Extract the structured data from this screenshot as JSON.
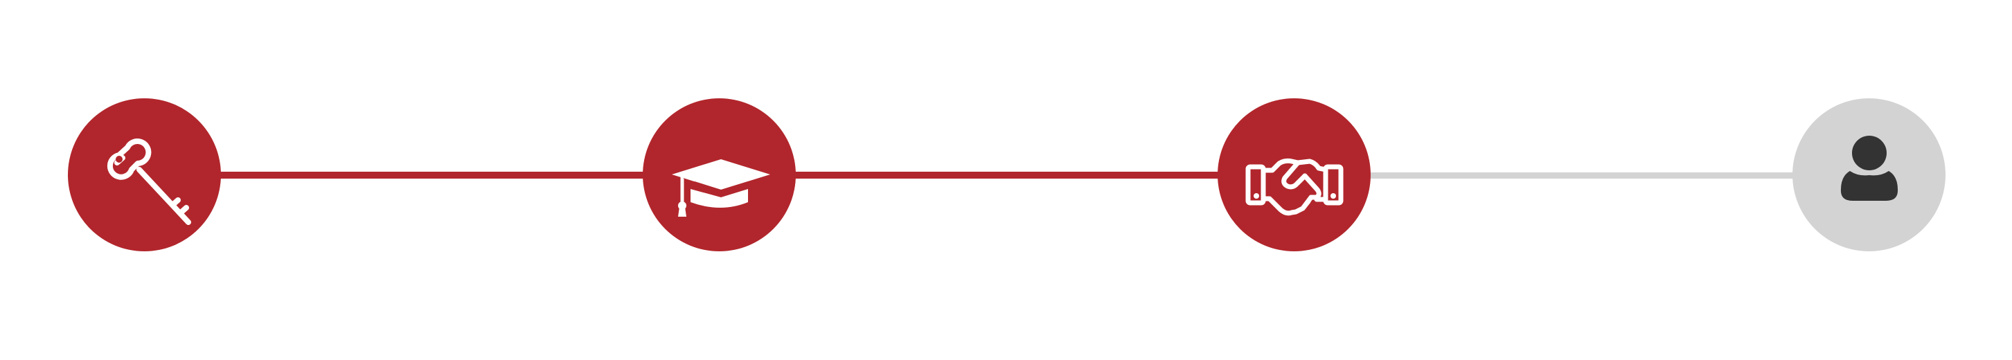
{
  "steps": [
    {
      "icon": "key-icon",
      "status": "completed",
      "color": "#b1262c"
    },
    {
      "icon": "graduation-cap-icon",
      "status": "completed",
      "color": "#b1262c"
    },
    {
      "icon": "handshake-icon",
      "status": "completed",
      "color": "#b1262c"
    },
    {
      "icon": "user-icon",
      "status": "pending",
      "color": "#d3d3d3"
    }
  ],
  "connectors": [
    {
      "status": "completed",
      "color": "#b1262c"
    },
    {
      "status": "completed",
      "color": "#b1262c"
    },
    {
      "status": "pending",
      "color": "#d3d3d3"
    }
  ],
  "colors": {
    "accent": "#b1262c",
    "inactive": "#d3d3d3",
    "icon_on_accent": "#ffffff",
    "icon_on_inactive": "#333333"
  }
}
